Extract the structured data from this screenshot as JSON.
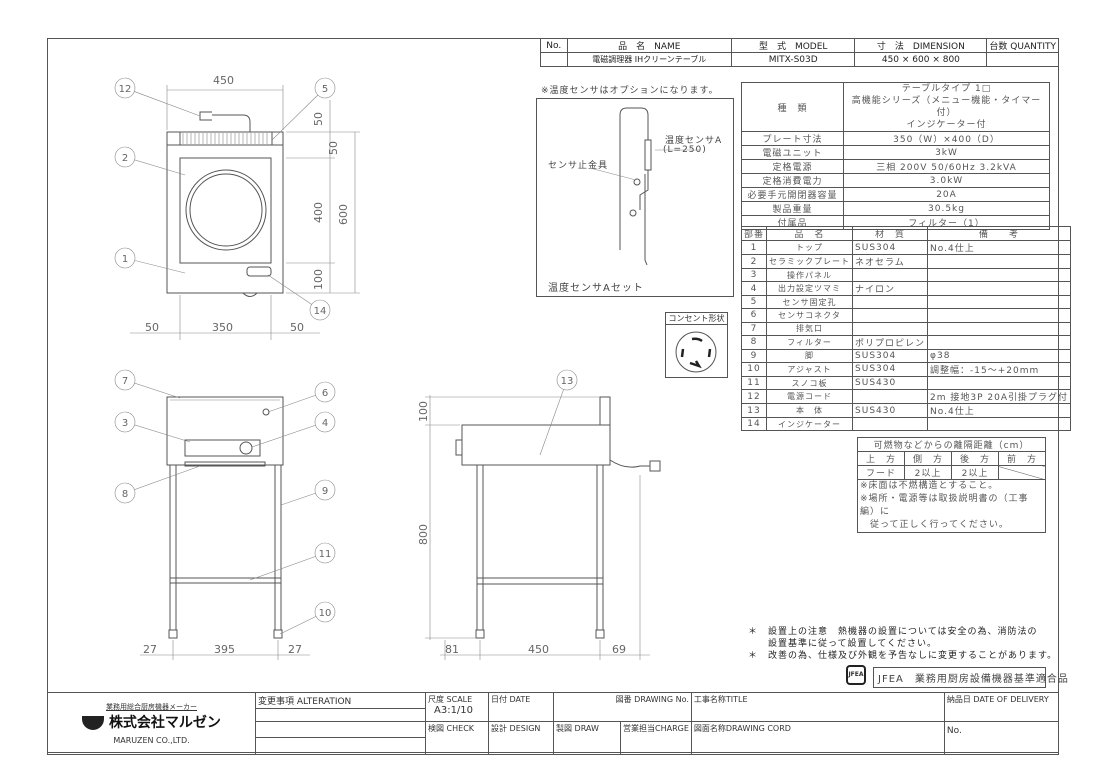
{
  "header": {
    "cols": [
      "No.",
      "品　名　NAME",
      "型　式　MODEL",
      "寸　法　DIMENSION",
      "台数 QUANTITY"
    ],
    "row": {
      "no": "",
      "name": "電磁調理器 IHクリーンテーブル",
      "model": "MITX-S03D",
      "dimension": "450 × 600 × 800",
      "quantity": ""
    }
  },
  "sensor": {
    "note": "※温度センサはオプションになります。",
    "label_sensor": "温度センサA",
    "label_length": "(L=250)",
    "label_bracket": "センサ止金具",
    "caption": "温度センサAセット"
  },
  "spec": [
    [
      "種　類",
      "テーブルタイプ 1□\n高機能シリーズ（メニュー機能・タイマー付）\nインジケーター付"
    ],
    [
      "プレート寸法",
      "350（W）×400（D）"
    ],
    [
      "電磁ユニット",
      "3kW"
    ],
    [
      "定格電源",
      "三相 200V 50/60Hz 3.2kVA"
    ],
    [
      "定格消費電力",
      "3.0kW"
    ],
    [
      "必要手元開閉器容量",
      "20A"
    ],
    [
      "製品重量",
      "30.5kg"
    ],
    [
      "付属品",
      "フィルター（1）"
    ]
  ],
  "parts": {
    "headers": [
      "部番",
      "品　名",
      "材　質",
      "備　　考"
    ],
    "rows": [
      [
        "1",
        "トップ",
        "SUS304",
        "No.4仕上"
      ],
      [
        "2",
        "セラミックプレート",
        "ネオセラム",
        ""
      ],
      [
        "3",
        "操作パネル",
        "",
        ""
      ],
      [
        "4",
        "出力設定ツマミ",
        "ナイロン",
        ""
      ],
      [
        "5",
        "センサ固定孔",
        "",
        ""
      ],
      [
        "6",
        "センサコネクタ",
        "",
        ""
      ],
      [
        "7",
        "排気口",
        "",
        ""
      ],
      [
        "8",
        "フィルター",
        "ポリプロピレン",
        ""
      ],
      [
        "9",
        "脚",
        "SUS304",
        "φ38"
      ],
      [
        "10",
        "アジャスト",
        "SUS304",
        "調整幅：-15～+20mm"
      ],
      [
        "11",
        "スノコ板",
        "SUS430",
        ""
      ],
      [
        "12",
        "電源コード",
        "",
        "2m 接地3P 20A引掛プラグ付"
      ],
      [
        "13",
        "本　体",
        "SUS430",
        "No.4仕上"
      ],
      [
        "14",
        "インジケーター",
        "",
        ""
      ]
    ]
  },
  "outlet": {
    "title": "コンセント形状"
  },
  "clearance": {
    "title": "可燃物などからの離隔距離（cm）",
    "headers": [
      "上　方",
      "側　方",
      "後　方",
      "前　方"
    ],
    "values": [
      "フード",
      "2以上",
      "2以上",
      ""
    ],
    "notes": [
      "※床面は不燃構造とすること。",
      "※場所・電源等は取扱説明書の（工事編）に",
      "　従って正しく行ってください。"
    ]
  },
  "notes": [
    "＊　設置上の注意　熱機器の設置については安全の為、消防法の",
    "　　設置基準に従って設置してください。",
    "＊　改善の為、仕様及び外観を予告なしに変更することがあります。"
  ],
  "jfea": {
    "mark": "JFEA",
    "text": "JFEA　業務用厨房設備機器基準適合品"
  },
  "drawing": {
    "top": {
      "w": "450",
      "h": "600",
      "d50a": "50",
      "d50b": "50",
      "d400": "400",
      "d100": "100",
      "b50a": "50",
      "b350": "350",
      "b50b": "50"
    },
    "front": {
      "b27a": "27",
      "b395": "395",
      "b27b": "27"
    },
    "side": {
      "d100": "100",
      "d800": "800",
      "b81": "81",
      "b450": "450",
      "b69": "69"
    },
    "callouts": {
      "c1": "1",
      "c2": "2",
      "c3": "3",
      "c4": "4",
      "c5": "5",
      "c6": "6",
      "c7": "7",
      "c8": "8",
      "c9": "9",
      "c10": "10",
      "c11": "11",
      "c12": "12",
      "c13": "13",
      "c14": "14"
    }
  },
  "titleblock": {
    "maker_tag": "業務用総合厨房機器メーカー",
    "company": "株式会社マルゼン",
    "company_en": "MARUZEN CO.,LTD.",
    "alteration": "変更事項 ALTERATION",
    "scale": "尺度 SCALE",
    "scale_value": "A3:1/10",
    "date": "日付 DATE",
    "drawing_no": "図番 DRAWING No.",
    "title": "工事名称TITLE",
    "delivery": "納品日 DATE OF DELIVERY",
    "check": "検図 CHECK",
    "design": "設計 DESIGN",
    "draw": "製図 DRAW",
    "charge": "営業担当CHARGE",
    "drawing_cord": "図面名称DRAWING CORD",
    "no": "No."
  }
}
